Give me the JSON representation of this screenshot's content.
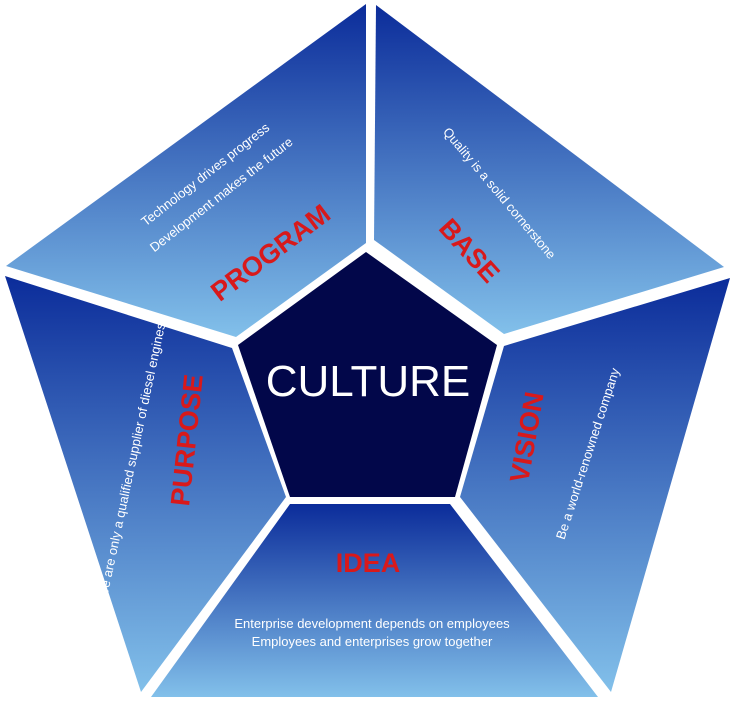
{
  "colors": {
    "segment_top": "#0b2c9a",
    "segment_bottom": "#82c0ea",
    "center": "#02074a",
    "title": "#d8191b"
  },
  "center": {
    "label": "CULTURE"
  },
  "segments": {
    "program": {
      "title": "PROGRAM",
      "lines": [
        "Technology drives progress",
        "Development makes the future"
      ]
    },
    "base": {
      "title": "BASE",
      "lines": [
        "Quality is a solid cornerstone"
      ]
    },
    "vision": {
      "title": "VISION",
      "lines": [
        "Be a world-renowned company"
      ]
    },
    "idea": {
      "title": "IDEA",
      "lines": [
        "Enterprise development depends on employees",
        "Employees and enterprises grow together"
      ]
    },
    "purpose": {
      "title": "PURPOSE",
      "lines": [
        "We are only a qualified supplier of diesel engines"
      ]
    }
  }
}
